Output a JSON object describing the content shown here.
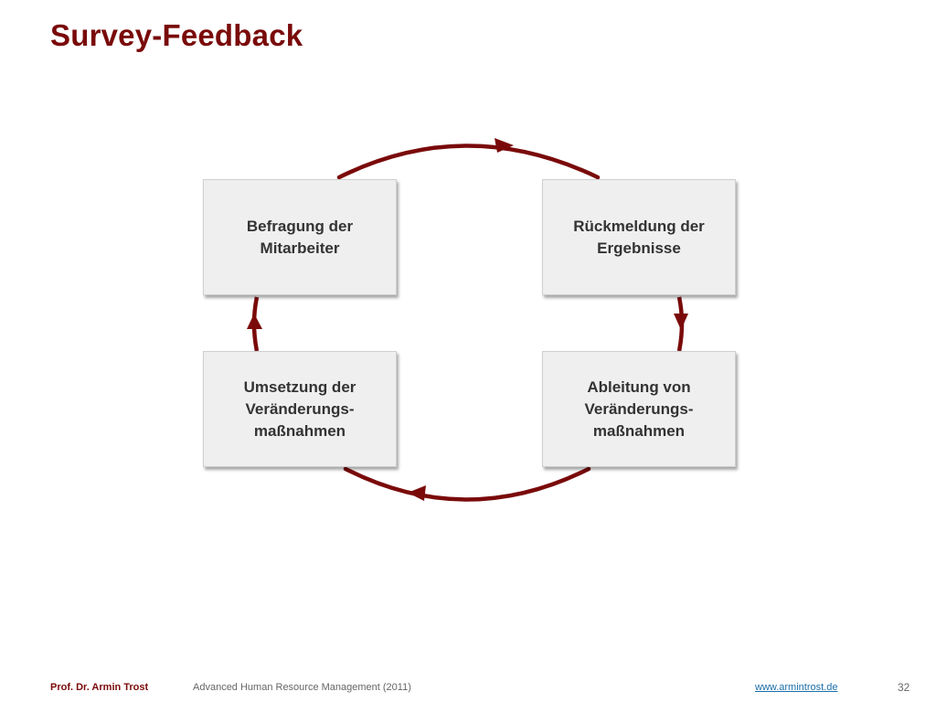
{
  "slide": {
    "title": "Survey-Feedback"
  },
  "cycle": {
    "arrow_color": "#7a0a0a",
    "direction": "clockwise",
    "steps": [
      "Befragung der\nMitarbeiter",
      "Rückmeldung der\nErgebnisse",
      "Ableitung von\nVeränderungs-\nmaßnahmen",
      "Umsetzung der\nVeränderungs-\nmaßnahmen"
    ],
    "box_color": "#efefef"
  },
  "footer": {
    "author": "Prof. Dr. Armin Trost",
    "course": "Advanced Human Resource Management (2011)",
    "link": "www.armintrost.de",
    "page_number": "32"
  }
}
